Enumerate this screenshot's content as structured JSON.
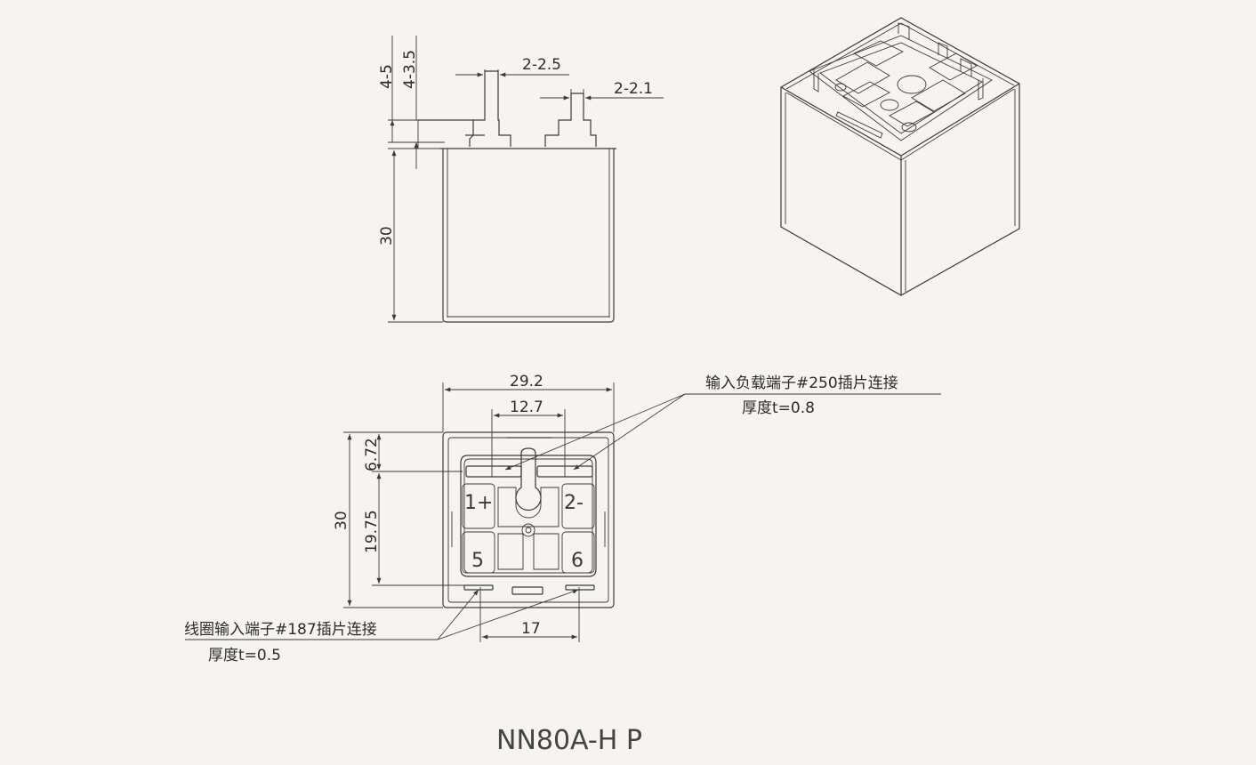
{
  "side_view": {
    "dim_pin_long": "4-5",
    "dim_pin_short": "4-3.5",
    "dim_body_height": "30",
    "dim_pin_width_1": "2-2.5",
    "dim_pin_width_2": "2-2.1"
  },
  "bottom_view": {
    "dim_overall_width": "29.2",
    "dim_load_spacing": "12.7",
    "dim_overall_height": "30",
    "dim_top_offset": "6.72",
    "dim_pin_pitch_v": "19.75",
    "dim_coil_spacing": "17",
    "pin_labels": [
      "1+",
      "2-",
      "5",
      "6"
    ]
  },
  "notes": {
    "load_terminal_line1": "输入负载端子#250插片连接",
    "load_terminal_line2": "厚度t=0.8",
    "coil_terminal_line1": "线圈输入端子#187插片连接",
    "coil_terminal_line2": "厚度t=0.5"
  },
  "model_name": "NN80A-H P"
}
